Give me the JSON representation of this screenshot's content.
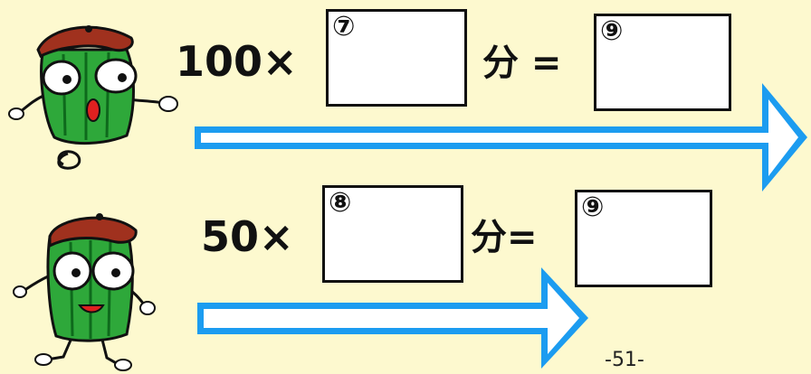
{
  "row1": {
    "multiplier": "100×",
    "box_a_marker": "⑦",
    "unit_equals": "分 =",
    "box_b_marker": "⑨"
  },
  "row2": {
    "multiplier": "50×",
    "box_a_marker": "⑧",
    "unit_equals": "分=",
    "box_b_marker": "⑨"
  },
  "page_number": "-51-",
  "colors": {
    "background": "#fdf9cf",
    "arrow_outline": "#1c9cf0",
    "arrow_fill": "#ffffff",
    "character_green": "#2ea83a",
    "character_cap": "#a0311e"
  },
  "icons": [
    "pickle-character-running-icon",
    "pickle-character-standing-icon",
    "right-arrow-icon"
  ]
}
